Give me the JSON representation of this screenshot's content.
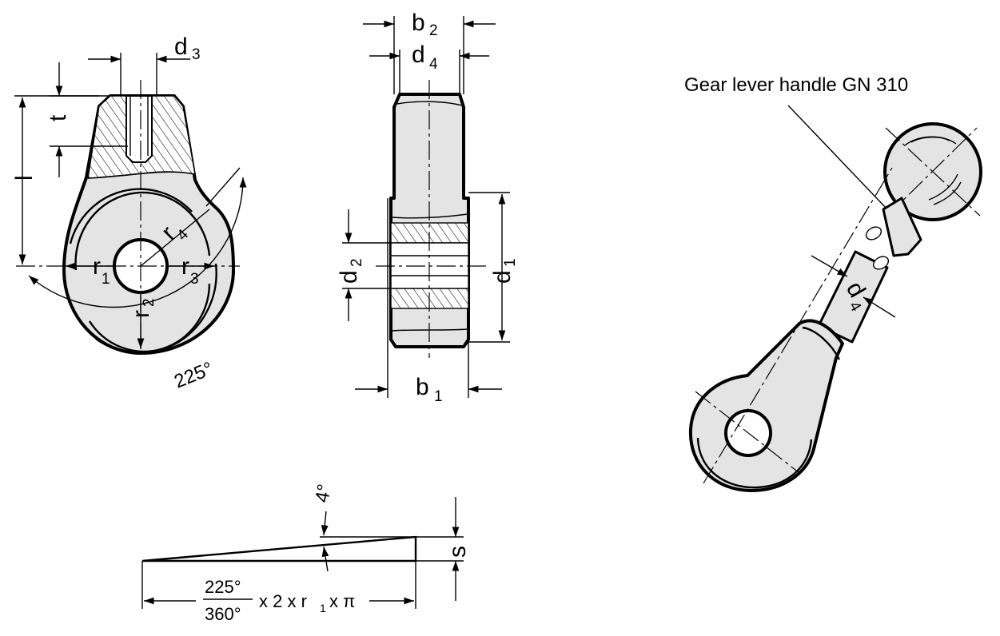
{
  "diagram": {
    "front_view": {
      "labels": {
        "d3": "d",
        "d3_sub": "3",
        "t": "t",
        "l": "l",
        "r1": "r",
        "r1_sub": "1",
        "r2": "r",
        "r2_sub": "2",
        "r3": "r",
        "r3_sub": "3",
        "r4": "r",
        "r4_sub": "4",
        "angle": "225°"
      }
    },
    "side_view": {
      "labels": {
        "b2": "b",
        "b2_sub": "2",
        "d4": "d",
        "d4_sub": "4",
        "d2": "d",
        "d2_sub": "2",
        "d1": "d",
        "d1_sub": "1",
        "b1": "b",
        "b1_sub": "1"
      }
    },
    "wedge_detail": {
      "angle": "4°",
      "s": "s",
      "formula": {
        "numerator": "225°",
        "denominator": "360°",
        "text": "x 2 x r",
        "sub": "1",
        "tail": "x π"
      }
    },
    "assembly_view": {
      "callout": "Gear lever handle GN 310",
      "d4": "d",
      "d4_sub": "4"
    }
  }
}
